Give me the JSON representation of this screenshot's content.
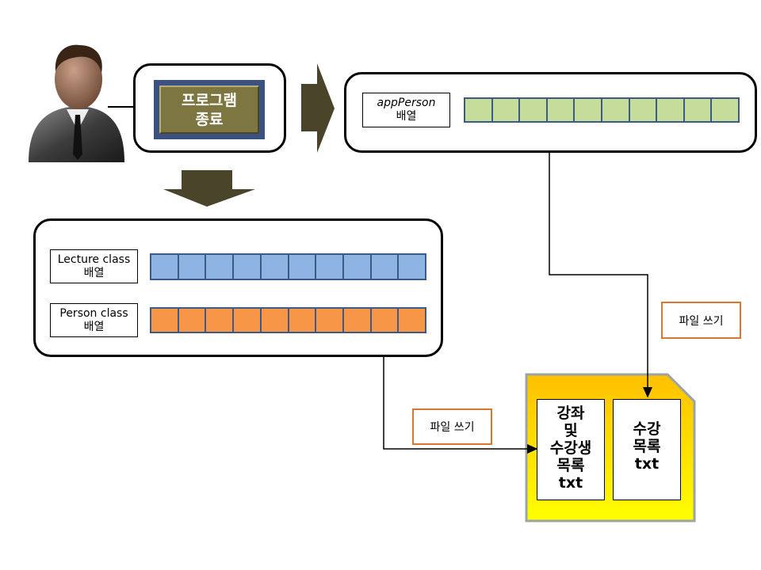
{
  "button": {
    "line1": "프로그램",
    "line2": "종료"
  },
  "app_person": {
    "name": "appPerson",
    "suffix": "배열",
    "cells": 10,
    "color": "#c5dc9a"
  },
  "lecture": {
    "name": "Lecture class",
    "suffix": "배열",
    "cells": 10,
    "color": "#8eb4e3"
  },
  "person": {
    "name": "Person class",
    "suffix": "배열",
    "cells": 10,
    "color": "#f79646"
  },
  "write_label_1": "파일 쓰기",
  "write_label_2": "파일 쓰기",
  "file_left": {
    "l1": "강좌",
    "l2": "및",
    "l3": "수강생",
    "l4": "목록",
    "l5": "txt"
  },
  "file_right": {
    "l1": "수강",
    "l2": "목록",
    "l3": "txt"
  },
  "colors": {
    "arrow": "#4a452a",
    "file_gold": "#ffc000",
    "file_yellow": "#ffff00"
  }
}
